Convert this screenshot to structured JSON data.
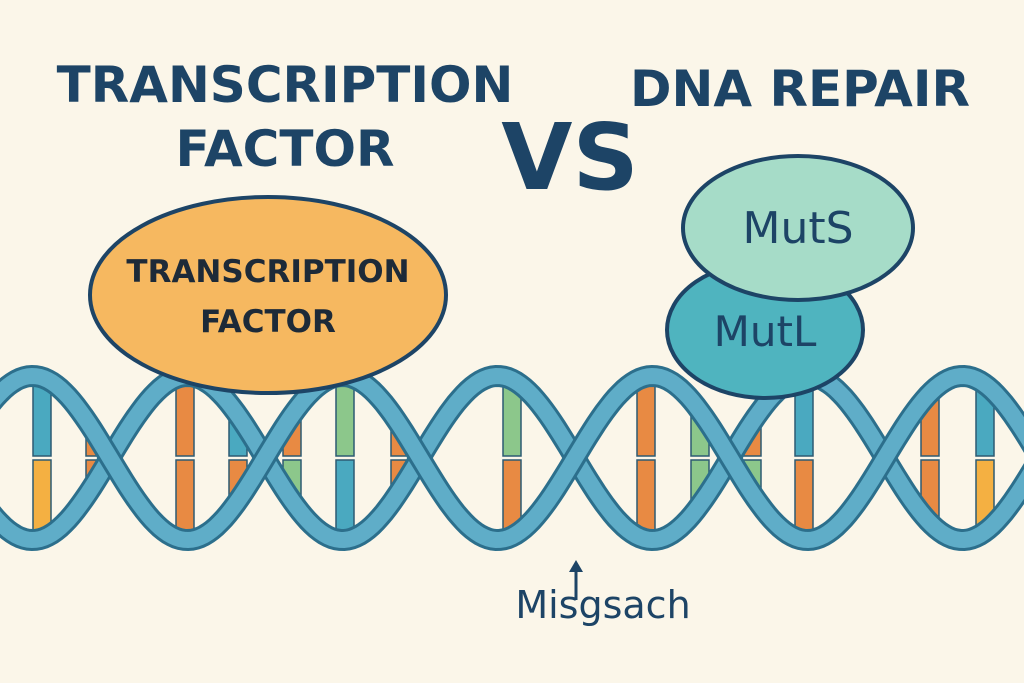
{
  "titles": {
    "left_line1": "TRANSCRIPTION",
    "left_line2": "FACTOR",
    "vs": "VS",
    "right": "DNA REPAIR"
  },
  "transcription_factor": {
    "line1": "TRANSCRIPTION",
    "line2": "FACTOR"
  },
  "repair_proteins": {
    "muts": "MutS",
    "mutl": "MutL"
  },
  "mismatch_label": "Misgsach",
  "colors": {
    "background": "#fbf6e9",
    "title": "#1d4466",
    "backbone": "#5fadc8",
    "backbone_edge": "#2c6f8c",
    "transcription_factor": "#f6b860",
    "muts": "#a6dcc8",
    "mutl": "#4fb4bf",
    "base_teal": "#4aa9c0",
    "base_orange": "#e88a43",
    "base_green": "#8cc78b",
    "base_yellow": "#f4b042"
  }
}
